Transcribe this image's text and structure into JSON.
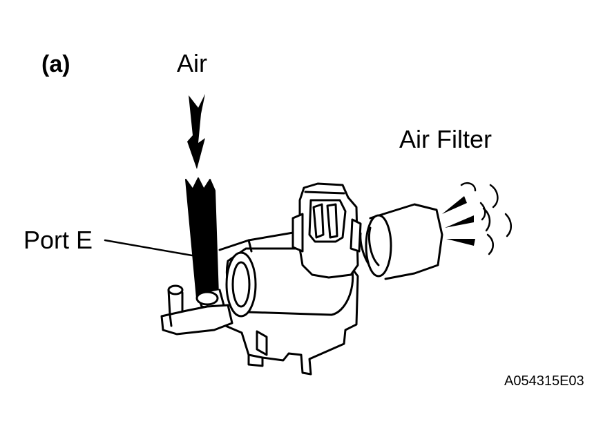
{
  "diagram": {
    "figure_label": "(a)",
    "labels": {
      "air": "Air",
      "air_filter": "Air Filter",
      "port_e": "Port E"
    },
    "reference_code": "A054315E03"
  }
}
